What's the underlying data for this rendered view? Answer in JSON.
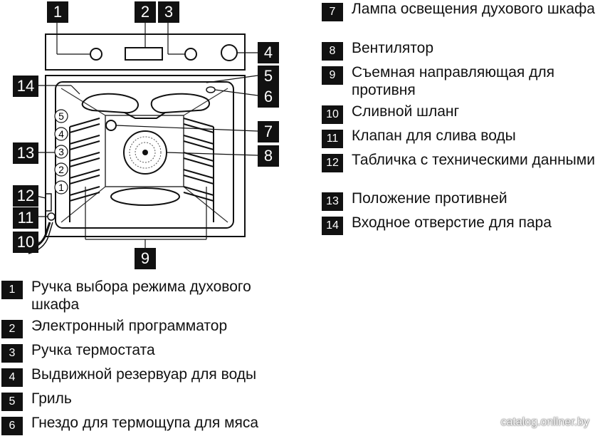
{
  "callouts": {
    "n1": "1",
    "n2": "2",
    "n3": "3",
    "n4": "4",
    "n5": "5",
    "n6": "6",
    "n7": "7",
    "n8": "8",
    "n9": "9",
    "n10": "10",
    "n11": "11",
    "n12": "12",
    "n13": "13",
    "n14": "14"
  },
  "shelf_levels": [
    "5",
    "4",
    "3",
    "2",
    "1"
  ],
  "legend": [
    {
      "num": "1",
      "text": "Ручка выбора режима духового шкафа"
    },
    {
      "num": "2",
      "text": "Электронный программатор"
    },
    {
      "num": "3",
      "text": "Ручка термостата"
    },
    {
      "num": "4",
      "text": "Выдвижной резервуар для воды"
    },
    {
      "num": "5",
      "text": "Гриль"
    },
    {
      "num": "6",
      "text": "Гнездо для термощупа для мяса"
    },
    {
      "num": "7",
      "text": "Лампа освещения духового шкафа"
    },
    {
      "num": "8",
      "text": "Вентилятор"
    },
    {
      "num": "9",
      "text": "Съемная направляющая для противня"
    },
    {
      "num": "10",
      "text": "Сливной шланг"
    },
    {
      "num": "11",
      "text": "Клапан для слива воды"
    },
    {
      "num": "12",
      "text": "Табличка с техническими данными"
    },
    {
      "num": "13",
      "text": "Положение противней"
    },
    {
      "num": "14",
      "text": "Входное отверстие для пара"
    }
  ],
  "watermark": "catalog.onliner.by"
}
